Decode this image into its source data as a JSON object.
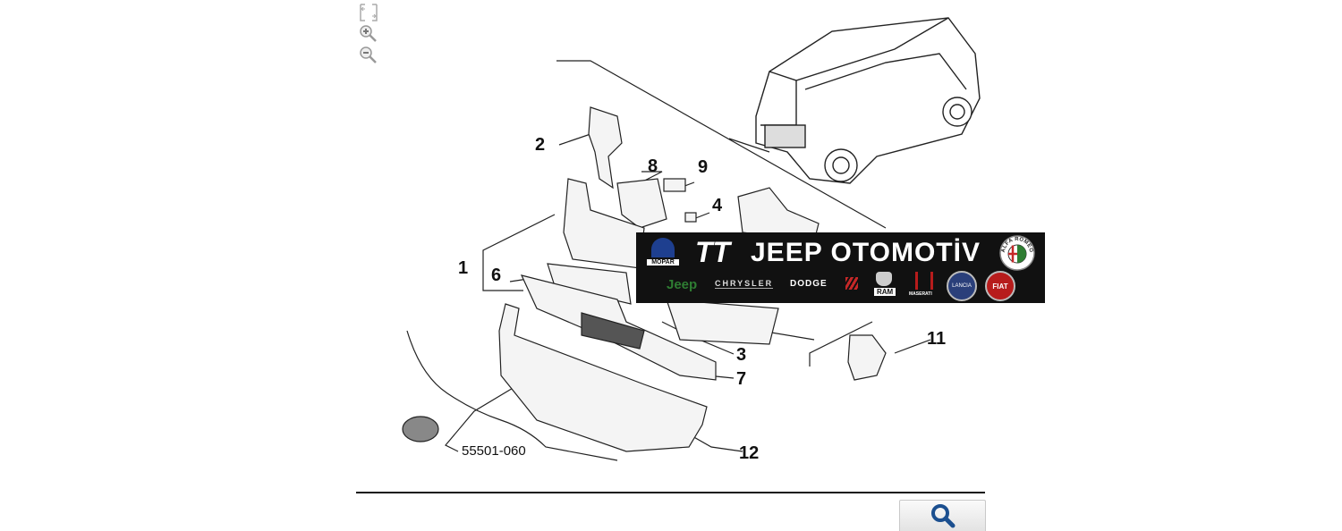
{
  "toolbar": {
    "icons": [
      "fit-screen-icon",
      "zoom-in-icon",
      "zoom-out-icon"
    ]
  },
  "diagram": {
    "callouts": {
      "c1": "1",
      "c2": "2",
      "c3": "3",
      "c4": "4",
      "c6": "6",
      "c7": "7",
      "c8": "8",
      "c9": "9",
      "c11": "11",
      "c12": "12",
      "part_number": "55501-060"
    }
  },
  "watermark": {
    "title": "JEEP OTOMOTİV",
    "logo_initials": "TT",
    "brands": [
      "MOPAR",
      "Jeep",
      "CHRYSLER",
      "DODGE",
      "RAM",
      "MASERATI",
      "LANCIA",
      "FIAT",
      "ALFA ROMEO"
    ],
    "colors": {
      "background": "#111111",
      "jeep": "#2e7d32",
      "dodge_stripe": "#c62828",
      "fiat": "#b71c1c",
      "mopar": "#1e3f8f"
    }
  },
  "footer": {
    "search_icon": "magnifier-icon",
    "accent": "#1b4f8f"
  }
}
